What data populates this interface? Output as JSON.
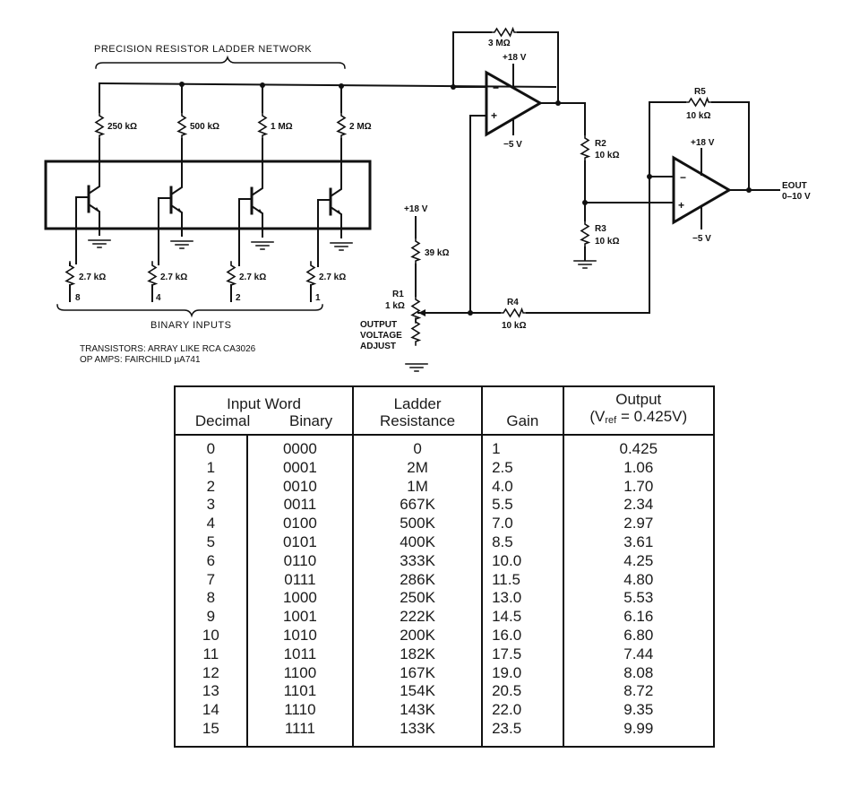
{
  "schematic": {
    "ladder_title": "PRECISION RESISTOR LADDER NETWORK",
    "ladder_resistors": [
      "250 kΩ",
      "500 kΩ",
      "1 MΩ",
      "2 MΩ"
    ],
    "base_resistors": [
      "2.7 kΩ",
      "2.7 kΩ",
      "2.7 kΩ",
      "2.7 kΩ"
    ],
    "input_weights": [
      "8",
      "4",
      "2",
      "1"
    ],
    "binary_inputs_label": "BINARY INPUTS",
    "notes": [
      "TRANSISTORS: ARRAY LIKE RCA CA3026",
      "OP AMPS: FAIRCHILD µA741"
    ],
    "op_amp_1": {
      "feedback": "3 MΩ",
      "vplus": "+18 V",
      "vminus": "−5 V",
      "minus_sign": "−",
      "plus_sign": "+"
    },
    "op_amp_2": {
      "feedback_name": "R5",
      "feedback_value": "10 kΩ",
      "vplus": "+18 V",
      "vminus": "−5 V",
      "minus_sign": "−",
      "plus_sign": "+"
    },
    "r2": {
      "name": "R2",
      "value": "10 kΩ"
    },
    "r3": {
      "name": "R3",
      "value": "10 kΩ"
    },
    "r4": {
      "name": "R4",
      "value": "10 kΩ"
    },
    "r1": {
      "name": "R1",
      "value": "1 kΩ"
    },
    "r39": {
      "value": "39 kΩ",
      "supply": "+18 V"
    },
    "adjust_label": [
      "OUTPUT",
      "VOLTAGE",
      "ADJUST"
    ],
    "output": {
      "name": "EOUT",
      "range": "0–10 V"
    }
  },
  "table": {
    "header": {
      "input_word": "Input Word",
      "decimal": "Decimal",
      "binary": "Binary",
      "ladder_1": "Ladder",
      "ladder_2": "Resistance",
      "gain": "Gain",
      "output_1": "Output",
      "output_2_pre": "(V",
      "output_2_sub": "ref",
      "output_2_post": " = 0.425V)"
    },
    "rows": [
      {
        "decimal": "0",
        "binary": "0000",
        "resistance": "0",
        "gain": "1",
        "output": "0.425"
      },
      {
        "decimal": "1",
        "binary": "0001",
        "resistance": "2M",
        "gain": "2.5",
        "output": "1.06"
      },
      {
        "decimal": "2",
        "binary": "0010",
        "resistance": "1M",
        "gain": "4.0",
        "output": "1.70"
      },
      {
        "decimal": "3",
        "binary": "0011",
        "resistance": "667K",
        "gain": "5.5",
        "output": "2.34"
      },
      {
        "decimal": "4",
        "binary": "0100",
        "resistance": "500K",
        "gain": "7.0",
        "output": "2.97"
      },
      {
        "decimal": "5",
        "binary": "0101",
        "resistance": "400K",
        "gain": "8.5",
        "output": "3.61"
      },
      {
        "decimal": "6",
        "binary": "0110",
        "resistance": "333K",
        "gain": "10.0",
        "output": "4.25"
      },
      {
        "decimal": "7",
        "binary": "0111",
        "resistance": "286K",
        "gain": "11.5",
        "output": "4.80"
      },
      {
        "decimal": "8",
        "binary": "1000",
        "resistance": "250K",
        "gain": "13.0",
        "output": "5.53"
      },
      {
        "decimal": "9",
        "binary": "1001",
        "resistance": "222K",
        "gain": "14.5",
        "output": "6.16"
      },
      {
        "decimal": "10",
        "binary": "1010",
        "resistance": "200K",
        "gain": "16.0",
        "output": "6.80"
      },
      {
        "decimal": "11",
        "binary": "1011",
        "resistance": "182K",
        "gain": "17.5",
        "output": "7.44"
      },
      {
        "decimal": "12",
        "binary": "1100",
        "resistance": "167K",
        "gain": "19.0",
        "output": "8.08"
      },
      {
        "decimal": "13",
        "binary": "1101",
        "resistance": "154K",
        "gain": "20.5",
        "output": "8.72"
      },
      {
        "decimal": "14",
        "binary": "1110",
        "resistance": "143K",
        "gain": "22.0",
        "output": "9.35"
      },
      {
        "decimal": "15",
        "binary": "1111",
        "resistance": "133K",
        "gain": "23.5",
        "output": "9.99"
      }
    ]
  }
}
